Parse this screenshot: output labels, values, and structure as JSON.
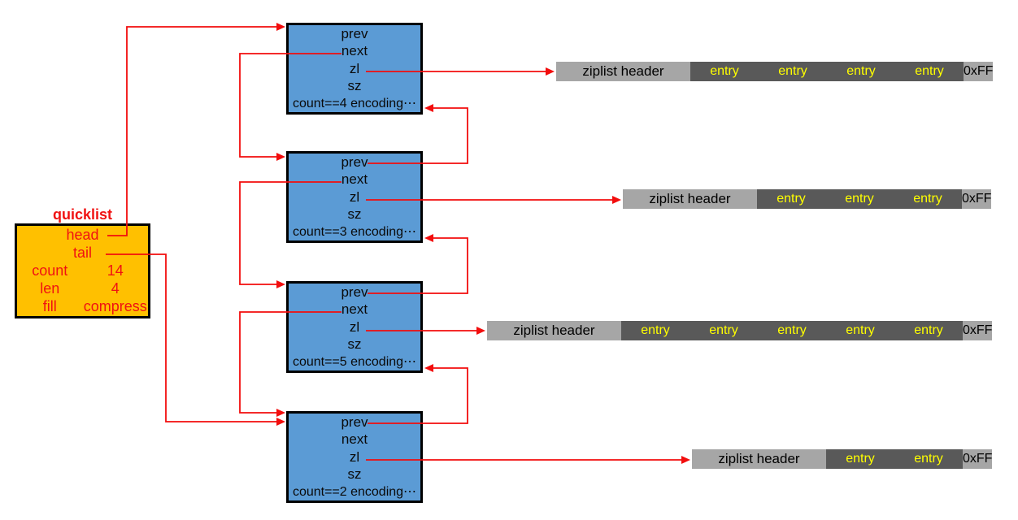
{
  "colors": {
    "arrow_red": "#F20D0D",
    "quicklist_fill": "#FFC000",
    "quicklist_text": "#F01212",
    "node_fill": "#5B9BD5",
    "ziplist_header_gray": "#A6A6A6",
    "ziplist_entry_gray": "#595959",
    "entry_text_yellow": "#FFFF00"
  },
  "quicklist": {
    "title": "quicklist",
    "rows": [
      {
        "label": "head",
        "value": ""
      },
      {
        "label": "tail",
        "value": ""
      },
      {
        "label": "count",
        "value": "14"
      },
      {
        "label": "len",
        "value": "4"
      },
      {
        "label": "fill",
        "value": "compress"
      }
    ]
  },
  "nodes": [
    {
      "rows": [
        "prev",
        "next",
        "zl",
        "sz",
        "count==4  encoding⋯"
      ]
    },
    {
      "rows": [
        "prev",
        "next",
        "zl",
        "sz",
        "count==3  encoding⋯"
      ]
    },
    {
      "rows": [
        "prev",
        "next",
        "zl",
        "sz",
        "count==5  encoding⋯"
      ]
    },
    {
      "rows": [
        "prev",
        "next",
        "zl",
        "sz",
        "count==2  encoding⋯"
      ]
    }
  ],
  "ziplists": [
    {
      "header": "ziplist header",
      "entries": [
        "entry",
        "entry",
        "entry",
        "entry"
      ],
      "end": "0xFF"
    },
    {
      "header": "ziplist header",
      "entries": [
        "entry",
        "entry",
        "entry"
      ],
      "end": "0xFF"
    },
    {
      "header": "ziplist header",
      "entries": [
        "entry",
        "entry",
        "entry",
        "entry",
        "entry"
      ],
      "end": "0xFF"
    },
    {
      "header": "ziplist header",
      "entries": [
        "entry",
        "entry"
      ],
      "end": "0xFF"
    }
  ]
}
